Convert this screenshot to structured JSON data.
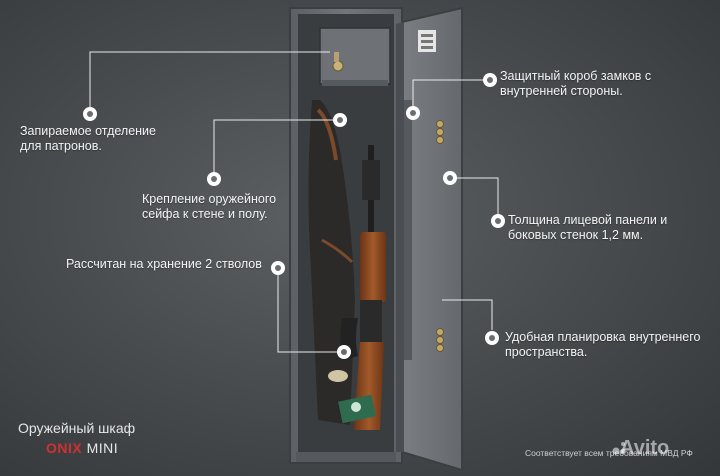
{
  "callouts": [
    {
      "id": "ammo",
      "text_lines": [
        "Запираемое отделение",
        "для патронов."
      ]
    },
    {
      "id": "mount",
      "text_lines": [
        "Крепление оружейного",
        "сейфа к стене и полу."
      ]
    },
    {
      "id": "capacity",
      "text_lines": [
        "Рассчитан на хранение 2 стволов"
      ]
    },
    {
      "id": "lockbox",
      "text_lines": [
        "Защитный короб  замков с",
        "внутренней стороны."
      ]
    },
    {
      "id": "thickness",
      "text_lines": [
        "Толщина лицевой панели и",
        "боковых стенок 1,2 мм."
      ]
    },
    {
      "id": "layout",
      "text_lines": [
        "Удобная планировка внутреннего",
        "пространства."
      ]
    }
  ],
  "brand": {
    "title": "Оружейный шкаф",
    "model_red": "ONIX",
    "model_white": "MINI"
  },
  "compliance_text": "Соответствует всем требованиям МВД РФ",
  "watermark": "Avito",
  "colors": {
    "background": "#4a4d50",
    "safe_body": "#6b6f73",
    "accent_red": "#d0312d",
    "callout_text": "#f4f4f4",
    "stock_wood": "#8a4a22"
  }
}
